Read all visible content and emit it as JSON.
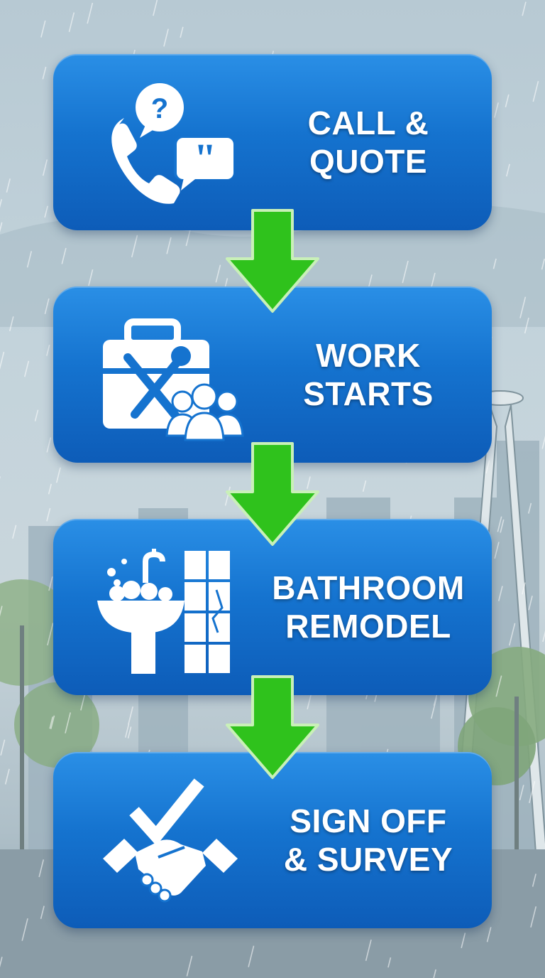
{
  "steps": [
    {
      "line1": "CALL &",
      "line2": "QUOTE",
      "icon": "phone-chat-icon"
    },
    {
      "line1": "WORK",
      "line2": "STARTS",
      "icon": "toolbox-workers-icon"
    },
    {
      "line1": "BATHROOM",
      "line2": "REMODEL",
      "icon": "sink-tiles-icon"
    },
    {
      "line1": "SIGN OFF",
      "line2": "& SURVEY",
      "icon": "handshake-check-icon"
    }
  ],
  "colors": {
    "card_top": "#2a8fe6",
    "card_bottom": "#0d5cb8",
    "arrow": "#2fc21c",
    "text": "#ffffff"
  }
}
